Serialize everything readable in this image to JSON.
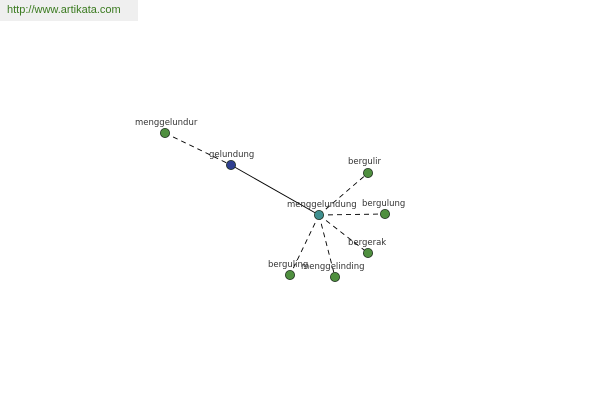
{
  "header": {
    "url": "http://www.artikata.com",
    "url_color": "#3a7a1f"
  },
  "colors": {
    "node_green": "#4f8f3f",
    "node_blue": "#2f3f8f",
    "node_teal": "#3f8f8f",
    "edge": "#000000",
    "label": "#333333"
  },
  "graph": {
    "nodes": [
      {
        "id": "menggelundur",
        "label": "menggelundur",
        "kind": "green"
      },
      {
        "id": "gelundung",
        "label": "gelundung",
        "kind": "blue"
      },
      {
        "id": "menggelundung",
        "label": "menggelundung",
        "kind": "teal"
      },
      {
        "id": "bergulir",
        "label": "bergulir",
        "kind": "green"
      },
      {
        "id": "bergulung-right",
        "label": "bergulung",
        "kind": "green"
      },
      {
        "id": "bergerak",
        "label": "bergerak",
        "kind": "green"
      },
      {
        "id": "menggelinding",
        "label": "menggelinding",
        "kind": "green"
      },
      {
        "id": "berguling",
        "label": "berguling",
        "kind": "green"
      }
    ],
    "edges": [
      {
        "from": "menggelundur",
        "to": "gelundung",
        "style": "dashed"
      },
      {
        "from": "gelundung",
        "to": "menggelundung",
        "style": "solid"
      },
      {
        "from": "menggelundung",
        "to": "bergulir",
        "style": "dashed"
      },
      {
        "from": "menggelundung",
        "to": "bergulung-right",
        "style": "dashed"
      },
      {
        "from": "menggelundung",
        "to": "bergerak",
        "style": "dashed"
      },
      {
        "from": "menggelundung",
        "to": "menggelinding",
        "style": "dashed"
      },
      {
        "from": "menggelundung",
        "to": "berguling",
        "style": "dashed"
      }
    ]
  }
}
